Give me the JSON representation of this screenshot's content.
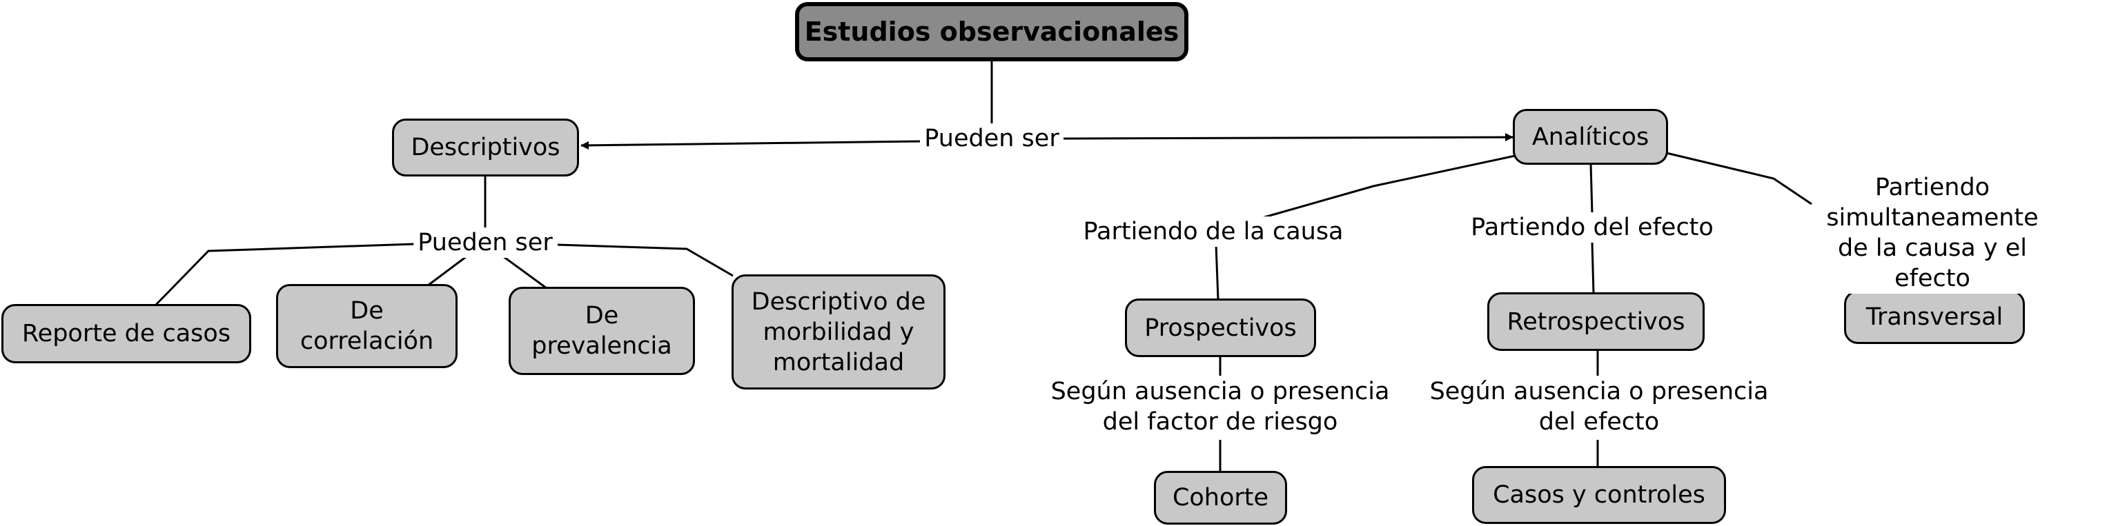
{
  "diagram": {
    "root": "Estudios observacionales",
    "links": {
      "pueden_ser_main": "Pueden ser",
      "pueden_ser_desc": "Pueden ser",
      "partiendo_causa": "Partiendo de la causa",
      "partiendo_efecto": "Partiendo del efecto",
      "partiendo_simultaneo": "Partiendo simultaneamente\nde la causa y el efecto",
      "segun_factor": "Según ausencia o presencia\ndel factor de riesgo",
      "segun_efecto": "Según ausencia o presencia\ndel efecto"
    },
    "nodes": {
      "descriptivos": "Descriptivos",
      "analiticos": "Analíticos",
      "reporte_casos": "Reporte de casos",
      "correlacion": "De\ncorrelación",
      "prevalencia": "De\nprevalencia",
      "morbilidad": "Descriptivo de\nmorbilidad y\nmortalidad",
      "prospectivos": "Prospectivos",
      "retrospectivos": "Retrospectivos",
      "transversal": "Transversal",
      "cohorte": "Cohorte",
      "casos_controles": "Casos y controles"
    }
  }
}
